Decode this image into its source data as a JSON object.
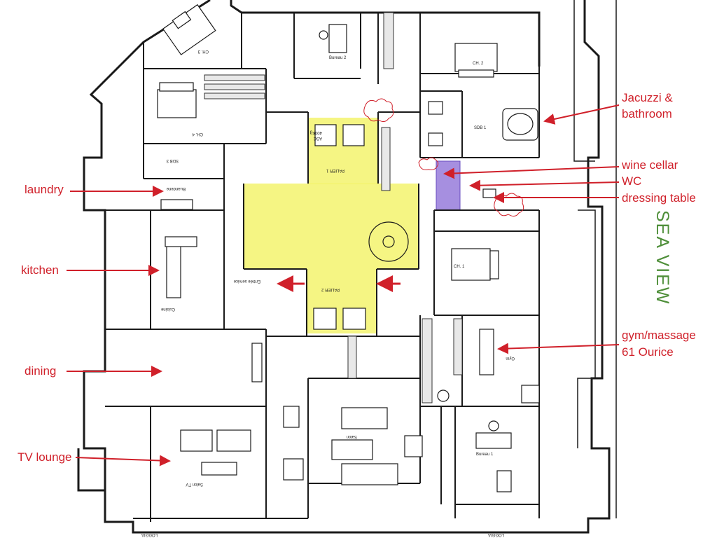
{
  "labels": {
    "jacuzzi": "Jacuzzi &",
    "jacuzzi2": "bathroom",
    "wine": "wine cellar",
    "wc": "WC",
    "dressing": "dressing table",
    "laundry": "laundry",
    "kitchen": "kitchen",
    "dining": "dining",
    "tv": "TV lounge",
    "gym": "gym/massage",
    "gym2": "61 Ourice",
    "sea": "SEA VIEW"
  },
  "rooms": {
    "ch3": "CH. 3",
    "bureau2": "Bureau 2",
    "ch2": "CH. 2",
    "ch4": "CH. 4",
    "sdb1": "SDB 1",
    "sdb3": "SDB 3",
    "buanderie": "Buanderie",
    "cuisine": "Cuisine",
    "ch1": "CH. 1",
    "gym": "Gym",
    "bureau1": "Bureau 1",
    "salon_tv": "Salon TV",
    "salon": "Salon",
    "palier1": "PALIER 1",
    "palier2": "PALIER 2",
    "asc": "ASC",
    "kg": "400Kg",
    "entree": "Entrée service",
    "loggia": "LOGGIA"
  },
  "colors": {
    "annotation": "#d0202a",
    "highlight": "#f2f25a",
    "wine_cellar": "#a68fe0",
    "sea_view": "#4f8f3a",
    "walls": "#1a1a1a"
  }
}
